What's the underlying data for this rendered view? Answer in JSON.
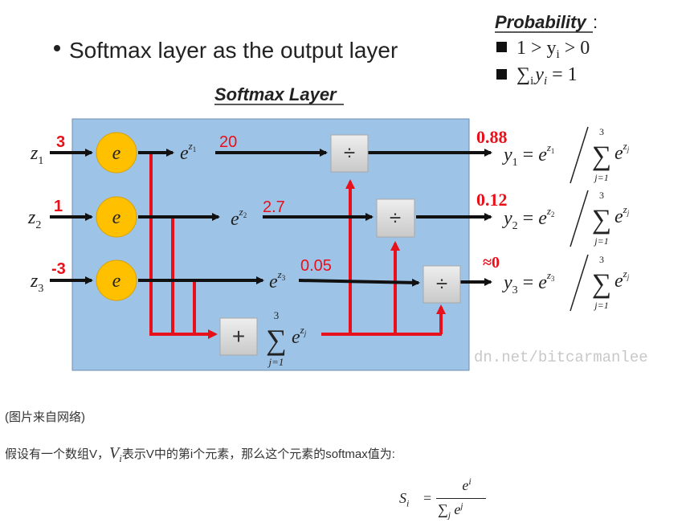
{
  "slide": {
    "bullet_text": "Softmax layer as the output layer",
    "layer_title": "Softmax Layer",
    "probability_title": "Probability",
    "probability_colon": ":",
    "prob_rule1": "1 > y",
    "prob_rule1_sub": "i",
    "prob_rule1_end": "> 0",
    "prob_rule2": "∑",
    "prob_rule2_sub": "i",
    "prob_rule2_end": "y",
    "prob_rule2_sub2": "i",
    "prob_rule2_tail": "= 1",
    "inputs": [
      {
        "label": "z",
        "sub": "1",
        "value": "3",
        "exp_label": "e",
        "exp_sup": "z",
        "exp_sup_sub": "1",
        "exp_value": "20",
        "prob": "0.88",
        "output": "y",
        "output_sub": "1"
      },
      {
        "label": "z",
        "sub": "2",
        "value": "1",
        "exp_label": "e",
        "exp_sup": "z",
        "exp_sup_sub": "2",
        "exp_value": "2.7",
        "prob": "0.12",
        "output": "y",
        "output_sub": "2"
      },
      {
        "label": "z",
        "sub": "3",
        "value": "-3",
        "exp_label": "e",
        "exp_sup": "z",
        "exp_sup_sub": "3",
        "exp_value": "0.05",
        "prob": "≈0",
        "output": "y",
        "output_sub": "3"
      }
    ],
    "exp_node_label": "e",
    "divide_symbol": "÷",
    "plus_symbol": "+",
    "sum_symbol": "∑",
    "sum_upper": "3",
    "sum_lower": "j=1",
    "sum_term": "e",
    "sum_term_sup": "z",
    "sum_term_sup_sub": "j",
    "formula_equals": "=",
    "watermark": "dn.net/bitcarmanlee",
    "colors": {
      "box_fill": "#9dc3e6",
      "node_fill": "#ffc000",
      "red": "#e8101a",
      "op_fill": "#d9d9d9"
    }
  },
  "caption": "(图片来自网络)",
  "intro": {
    "before": "假设有一个数组V，",
    "var": "V",
    "var_sub": "i",
    "after": "表示V中的第i个元素，那么这个元素的softmax值为:"
  },
  "equation": {
    "lhs": "S",
    "lhs_sub": "i",
    "equals": "=",
    "num": "e",
    "num_sup": "i",
    "den": "∑",
    "den_sub": "j",
    "den_term": "e",
    "den_sup": "j"
  }
}
